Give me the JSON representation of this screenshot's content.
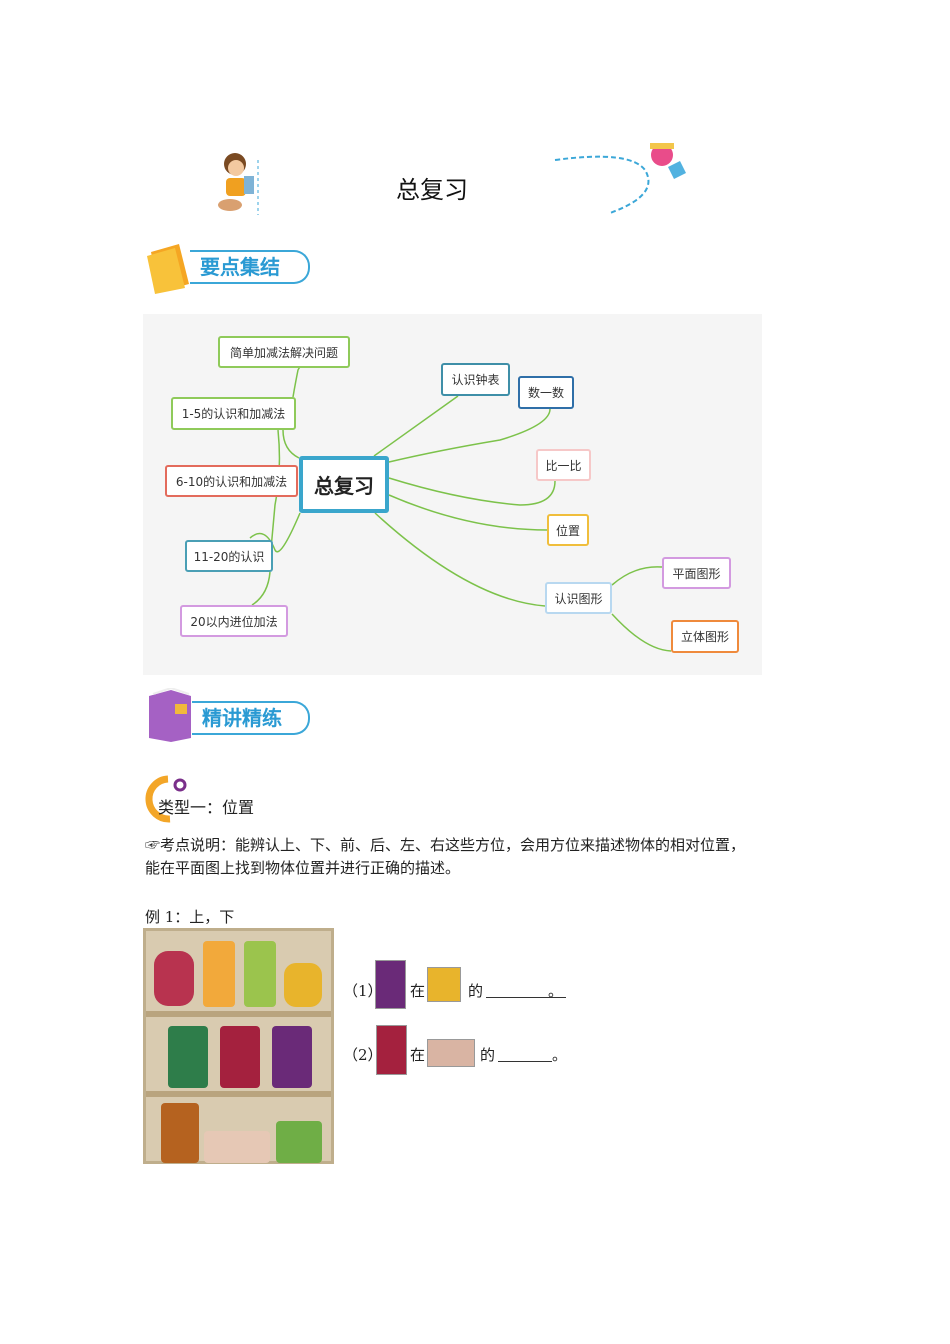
{
  "header": {
    "title": "总复习"
  },
  "sections": {
    "key_points": "要点集结",
    "practice": "精讲精练"
  },
  "mindmap": {
    "center": "总复习",
    "left": [
      "简单加减法解决问题",
      "1-5的认识和加减法",
      "6-10的认识和加减法",
      "11-20的认识",
      "20以内进位加法"
    ],
    "right": [
      "认识钟表",
      "数一数",
      "比一比",
      "位置",
      "认识图形"
    ],
    "shapes": [
      "平面图形",
      "立体图形"
    ]
  },
  "type1": {
    "heading": "类型一：位置",
    "desc_line1": "☞考点说明：能辨认上、下、前、后、左、右这些方位，会用方位来描述物体的相对位置，",
    "desc_line2": "能在平面图上找到物体位置并进行正确的描述。",
    "example": "例 1：上，下",
    "q1": {
      "num": "（1）",
      "mid": "在",
      "end": "的",
      "stop": "。"
    },
    "q2": {
      "num": "（2）",
      "mid": "在",
      "end": "的",
      "stop": "。"
    }
  }
}
